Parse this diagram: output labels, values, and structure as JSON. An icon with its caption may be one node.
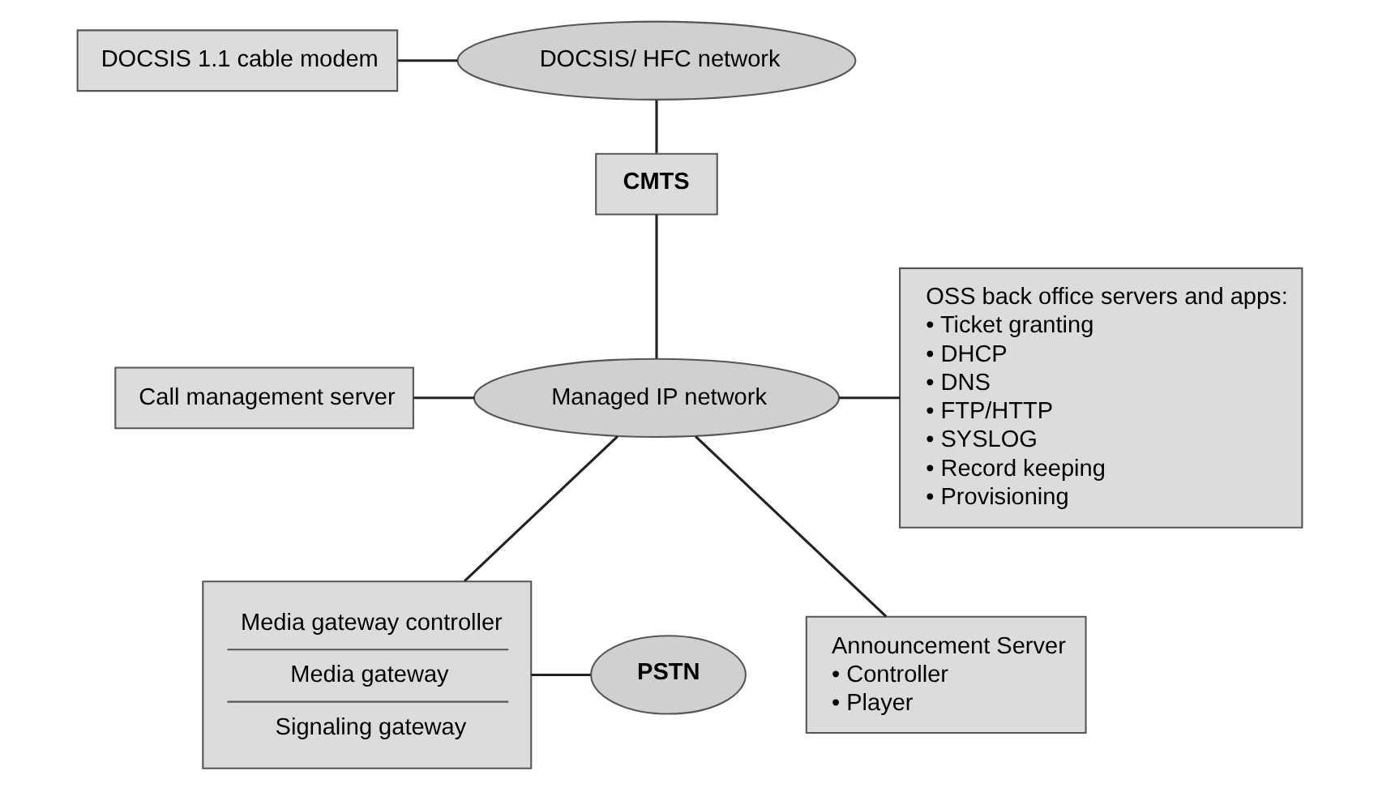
{
  "diagram": {
    "nodes": [
      {
        "text": [
          "DOCSIS 1.1 cable modem"
        ]
      },
      {
        "text": [
          "DOCSIS/ HFC network"
        ]
      },
      {
        "text": [
          "CMTS"
        ]
      },
      {
        "text": [
          "OSS back office servers and apps:",
          "• Ticket granting",
          "• DHCP",
          "• DNS",
          "• FTP/HTTP",
          "• SYSLOG",
          "• Record keeping",
          "• Provisioning"
        ]
      },
      {
        "text": [
          "Call management server"
        ]
      },
      {
        "text": [
          "Managed IP network"
        ]
      },
      {
        "text": [
          "Media gateway controller",
          "Media gateway",
          "Signaling gateway"
        ]
      },
      {
        "text": [
          "PSTN"
        ]
      },
      {
        "text": [
          "Announcement Server",
          "• Controller",
          "• Player"
        ]
      }
    ],
    "edges": [
      {
        "from": 0,
        "to": 1,
        "arrow": "none"
      },
      {
        "from": 1,
        "to": 2,
        "arrow": "none"
      },
      {
        "from": 2,
        "to": 5,
        "arrow": "none"
      },
      {
        "from": 5,
        "to": 3,
        "arrow": "none"
      },
      {
        "from": 4,
        "to": 5,
        "arrow": "none"
      },
      {
        "from": 5,
        "to": 6,
        "arrow": "none"
      },
      {
        "from": 5,
        "to": 8,
        "arrow": "none"
      },
      {
        "from": 6,
        "to": 7,
        "arrow": "none"
      }
    ]
  }
}
